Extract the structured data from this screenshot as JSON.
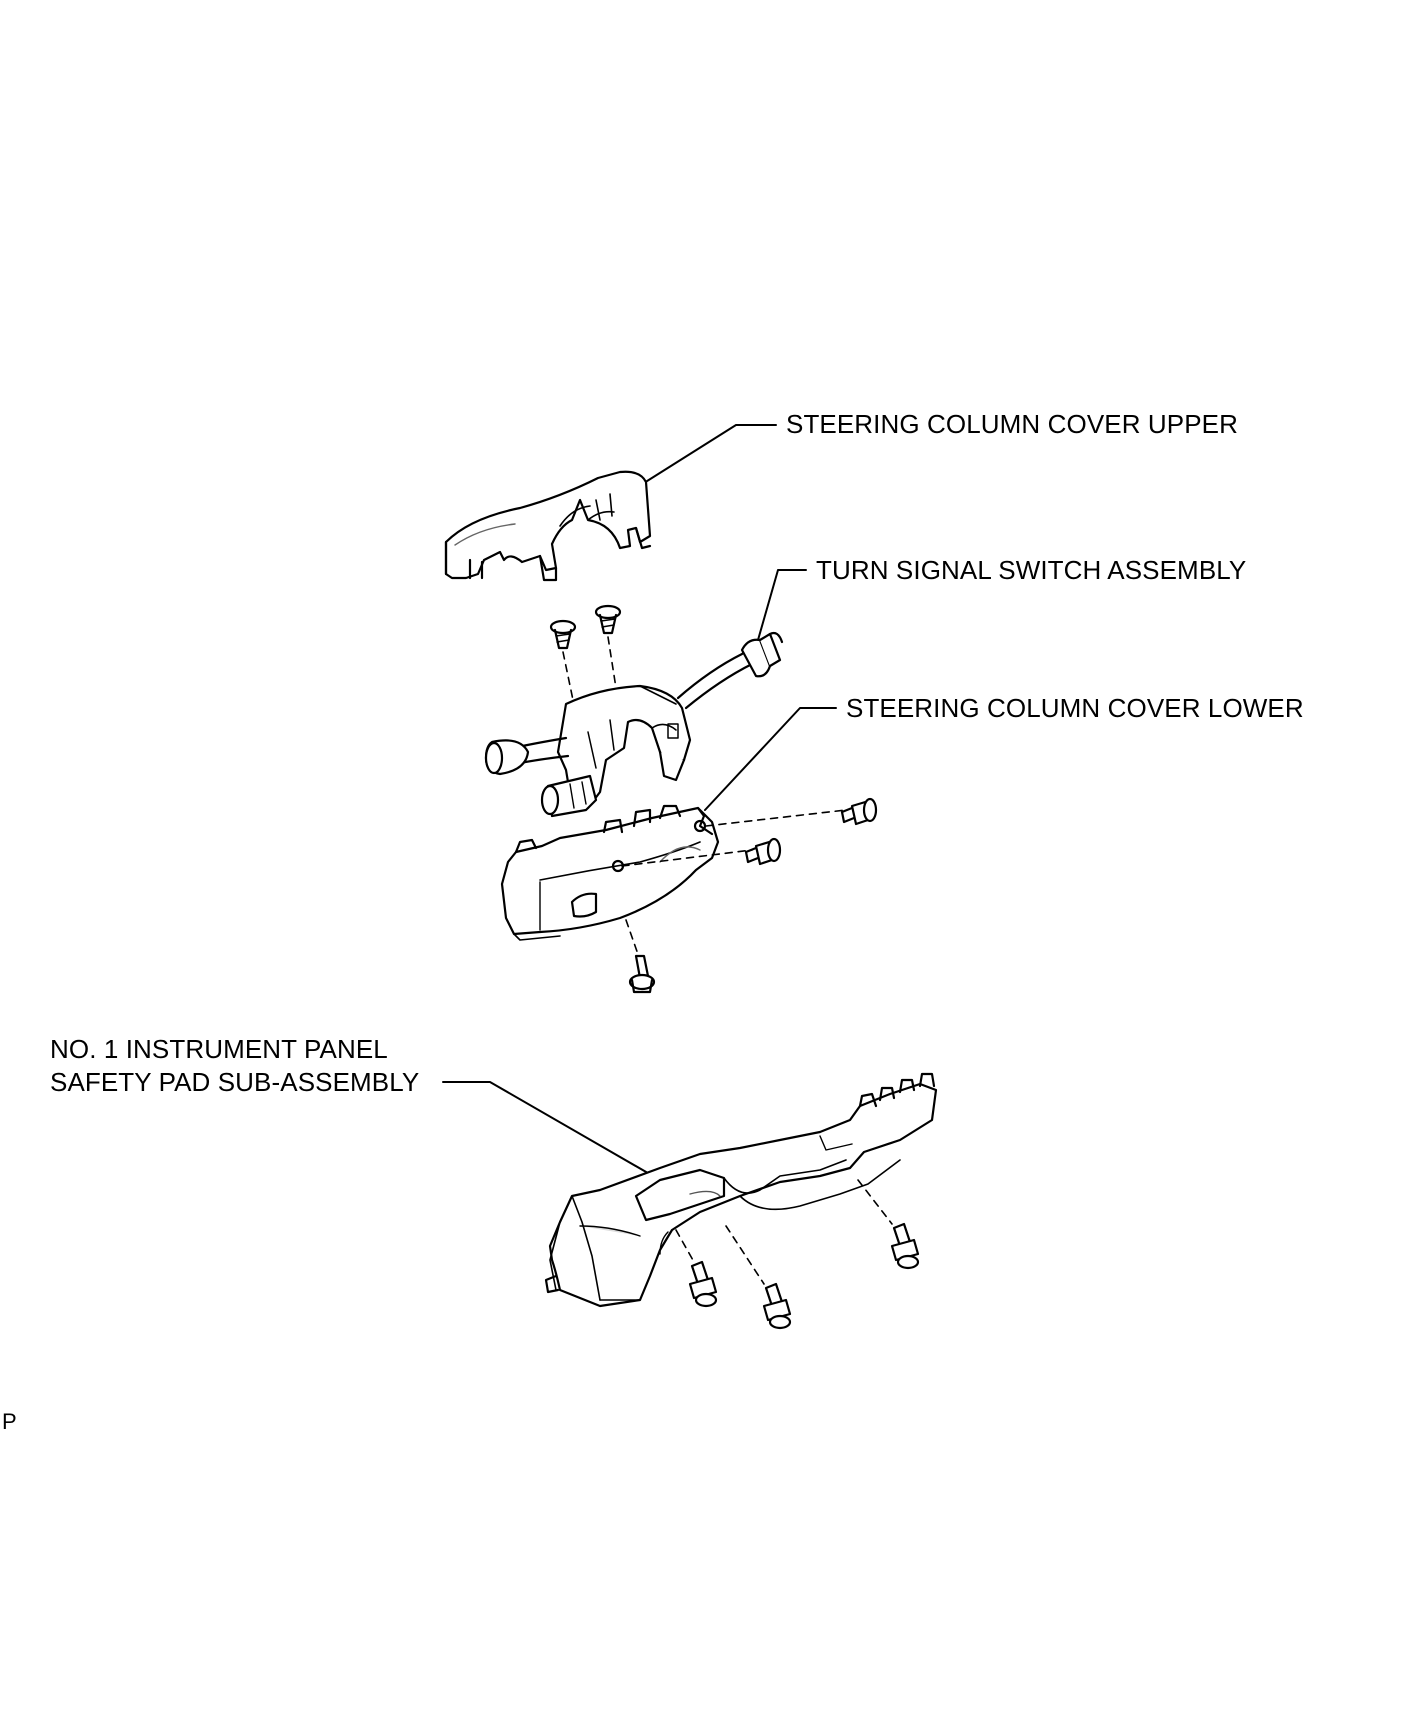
{
  "labels": {
    "cover_upper": "STEERING COLUMN COVER UPPER",
    "turn_signal": "TURN SIGNAL SWITCH ASSEMBLY",
    "cover_lower": "STEERING COLUMN COVER LOWER",
    "safety_pad_line1": "NO. 1 INSTRUMENT PANEL",
    "safety_pad_line2": "SAFETY PAD SUB-ASSEMBLY"
  },
  "corner_mark": "P",
  "colors": {
    "ink": "#000000",
    "paper": "#ffffff",
    "shade": "#c8c8c8"
  }
}
